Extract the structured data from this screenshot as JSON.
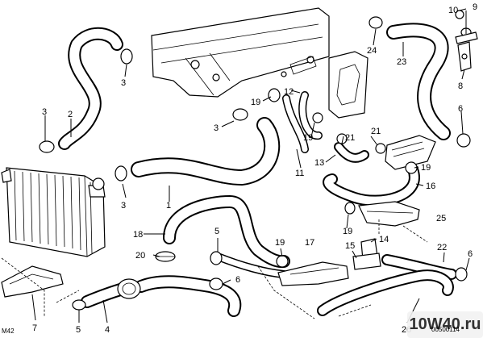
{
  "diagram": {
    "model_code": "M42",
    "ref_code": "00500114",
    "watermark_text": "10W40.ru",
    "callouts": [
      {
        "id": "c10",
        "text": "10"
      },
      {
        "id": "c9",
        "text": "9"
      },
      {
        "id": "c24",
        "text": "24"
      },
      {
        "id": "c23",
        "text": "23"
      },
      {
        "id": "c8",
        "text": "8"
      },
      {
        "id": "c6a",
        "text": "6"
      },
      {
        "id": "c3a",
        "text": "3"
      },
      {
        "id": "c2",
        "text": "2"
      },
      {
        "id": "c3b",
        "text": "3"
      },
      {
        "id": "c19a",
        "text": "19"
      },
      {
        "id": "c12",
        "text": "12"
      },
      {
        "id": "c3c",
        "text": "3"
      },
      {
        "id": "c19b",
        "text": "19"
      },
      {
        "id": "c21a",
        "text": "21"
      },
      {
        "id": "c21b",
        "text": "21"
      },
      {
        "id": "c11",
        "text": "11"
      },
      {
        "id": "c13",
        "text": "13"
      },
      {
        "id": "c19c",
        "text": "19"
      },
      {
        "id": "c16",
        "text": "16"
      },
      {
        "id": "c3d",
        "text": "3"
      },
      {
        "id": "c1",
        "text": "1"
      },
      {
        "id": "c19d",
        "text": "19"
      },
      {
        "id": "c25",
        "text": "25"
      },
      {
        "id": "c18",
        "text": "18"
      },
      {
        "id": "c5a",
        "text": "5"
      },
      {
        "id": "c19e",
        "text": "19"
      },
      {
        "id": "c17",
        "text": "17"
      },
      {
        "id": "c15",
        "text": "15"
      },
      {
        "id": "c14",
        "text": "14"
      },
      {
        "id": "c22",
        "text": "22"
      },
      {
        "id": "c6b",
        "text": "6"
      },
      {
        "id": "c20",
        "text": "20"
      },
      {
        "id": "c6c",
        "text": "6"
      },
      {
        "id": "c7",
        "text": "7"
      },
      {
        "id": "c5b",
        "text": "5"
      },
      {
        "id": "c4",
        "text": "4"
      },
      {
        "id": "c26",
        "text": "26"
      }
    ]
  }
}
